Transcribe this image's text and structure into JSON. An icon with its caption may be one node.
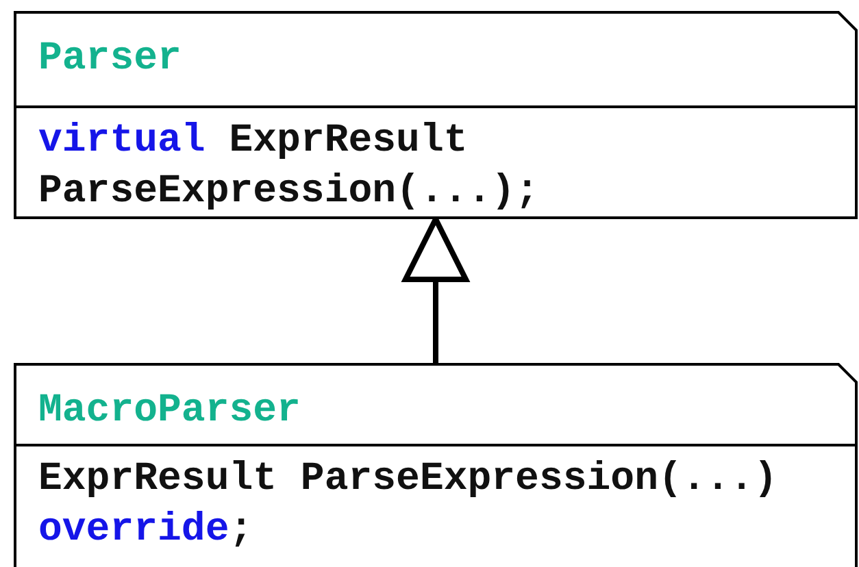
{
  "diagram": {
    "nodes": [
      {
        "text": [
          "Parser",
          "virtual ExprResult ParseExpression(...);"
        ]
      },
      {
        "text": [
          "MacroParser",
          "ExprResult ParseExpression(...) override;"
        ]
      }
    ],
    "edges": [
      {
        "from": 1,
        "to": 0,
        "arrow": "to"
      }
    ]
  }
}
